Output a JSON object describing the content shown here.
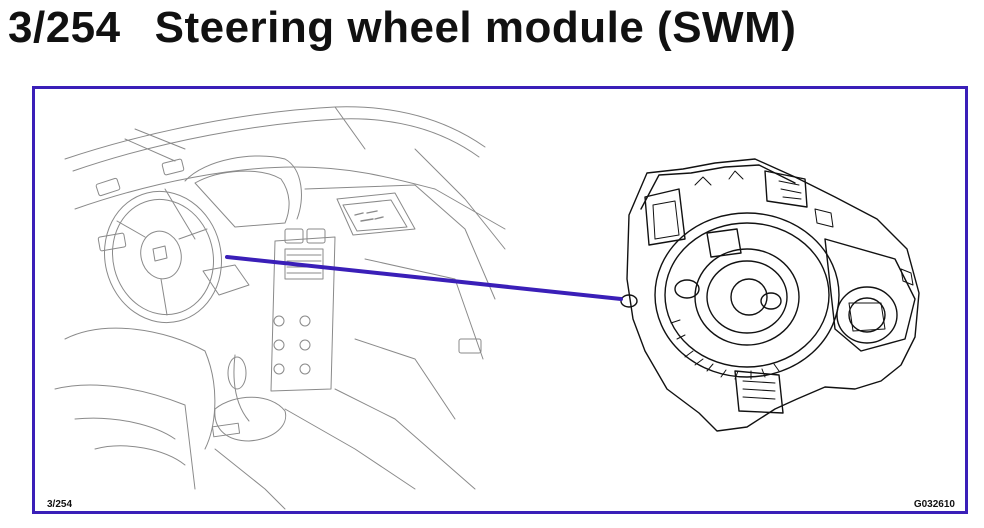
{
  "header": {
    "section_number": "3/254",
    "title": "Steering wheel module (SWM)"
  },
  "figure": {
    "page_ref": "3/254",
    "figure_id": "G032610",
    "colors": {
      "frame": "#3a1fb8",
      "pointer_line": "#3a1fb8",
      "line_art": "#8a8a8a",
      "module_outline": "#111111"
    }
  }
}
